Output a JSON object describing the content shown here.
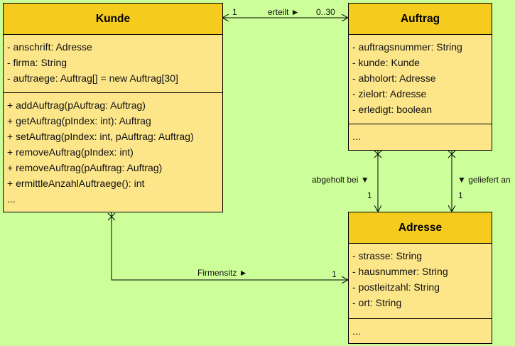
{
  "classes": {
    "kunde": {
      "name": "Kunde",
      "attributes": [
        "- anschrift: Adresse",
        "- firma: String",
        "- auftraege: Auftrag[] = new Auftrag[30]"
      ],
      "methods": [
        "+ addAuftrag(pAuftrag: Auftrag)",
        "+ getAuftrag(pIndex: int): Auftrag",
        "+ setAuftrag(pIndex: int, pAuftrag: Auftrag)",
        "+ removeAuftrag(pIndex: int)",
        "+ removeAuftrag(pAuftrag: Auftrag)",
        "+ ermittleAnzahlAuftraege(): int",
        "..."
      ]
    },
    "auftrag": {
      "name": "Auftrag",
      "attributes": [
        "- auftragsnummer: String",
        "- kunde: Kunde",
        "- abholort: Adresse",
        "- zielort: Adresse",
        "- erledigt: boolean"
      ],
      "methods": [
        "..."
      ]
    },
    "adresse": {
      "name": "Adresse",
      "attributes": [
        "- strasse: String",
        "- hausnummer: String",
        "- postleitzahl: String",
        "- ort: String"
      ],
      "methods": [
        "..."
      ]
    }
  },
  "associations": {
    "erteilt": {
      "label": "erteilt ►",
      "source_mult": "1",
      "target_mult": "0..30"
    },
    "abgeholt": {
      "label": "abgeholt bei ▼",
      "mult": "1"
    },
    "geliefert": {
      "label": "▼ geliefert an",
      "mult": "1"
    },
    "firmensitz": {
      "label": "Firmensitz ►",
      "mult": "1"
    }
  },
  "colors": {
    "background": "#ccff99",
    "class_header": "#f5cc1d",
    "class_body": "#fde68a",
    "line": "#000000"
  }
}
